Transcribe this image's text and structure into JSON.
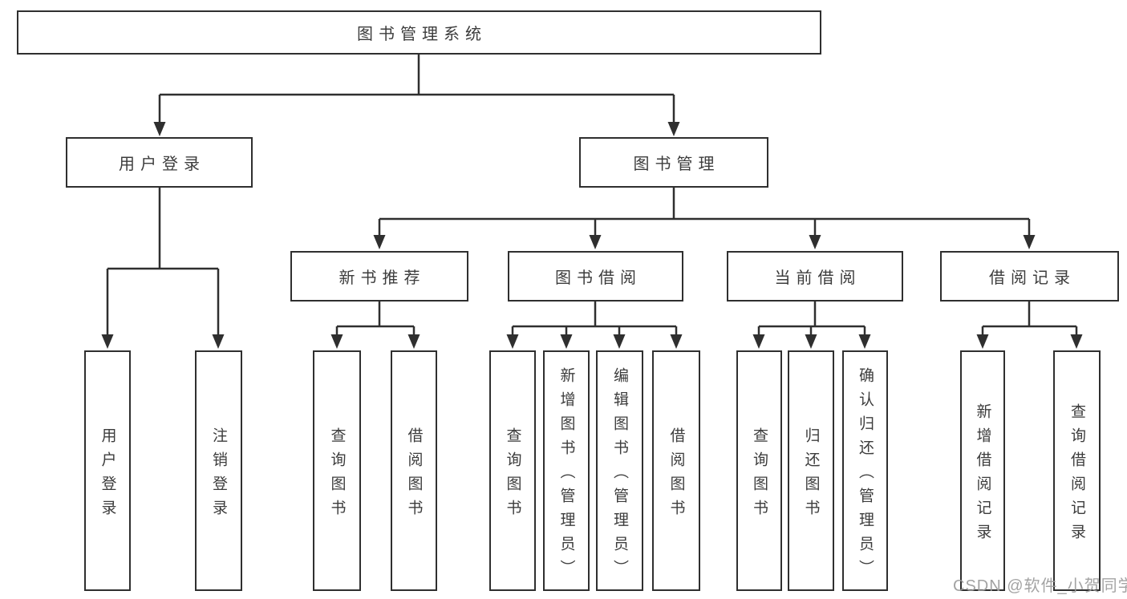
{
  "diagram": {
    "root": {
      "label": "图书管理系统"
    },
    "level2": [
      {
        "label": "用户登录"
      },
      {
        "label": "图书管理"
      }
    ],
    "level3": [
      {
        "label": "新书推荐"
      },
      {
        "label": "图书借阅"
      },
      {
        "label": "当前借阅"
      },
      {
        "label": "借阅记录"
      }
    ],
    "leaves": {
      "user": [
        "用户登录",
        "注销登录"
      ],
      "new_book": [
        "查询图书",
        "借阅图书"
      ],
      "borrow": [
        "查询图书",
        "新增图书（管理员）",
        "编辑图书（管理员）",
        "借阅图书"
      ],
      "current": [
        "查询图书",
        "归还图书",
        "确认归还（管理员）"
      ],
      "records": [
        "新增借阅记录",
        "查询借阅记录"
      ]
    }
  },
  "watermark": "CSDN @软件_小贺同学",
  "colors": {
    "line": "#2f2f2f",
    "text": "#3c3c3c",
    "watermark": "#9b9b9b",
    "background": "#ffffff"
  }
}
